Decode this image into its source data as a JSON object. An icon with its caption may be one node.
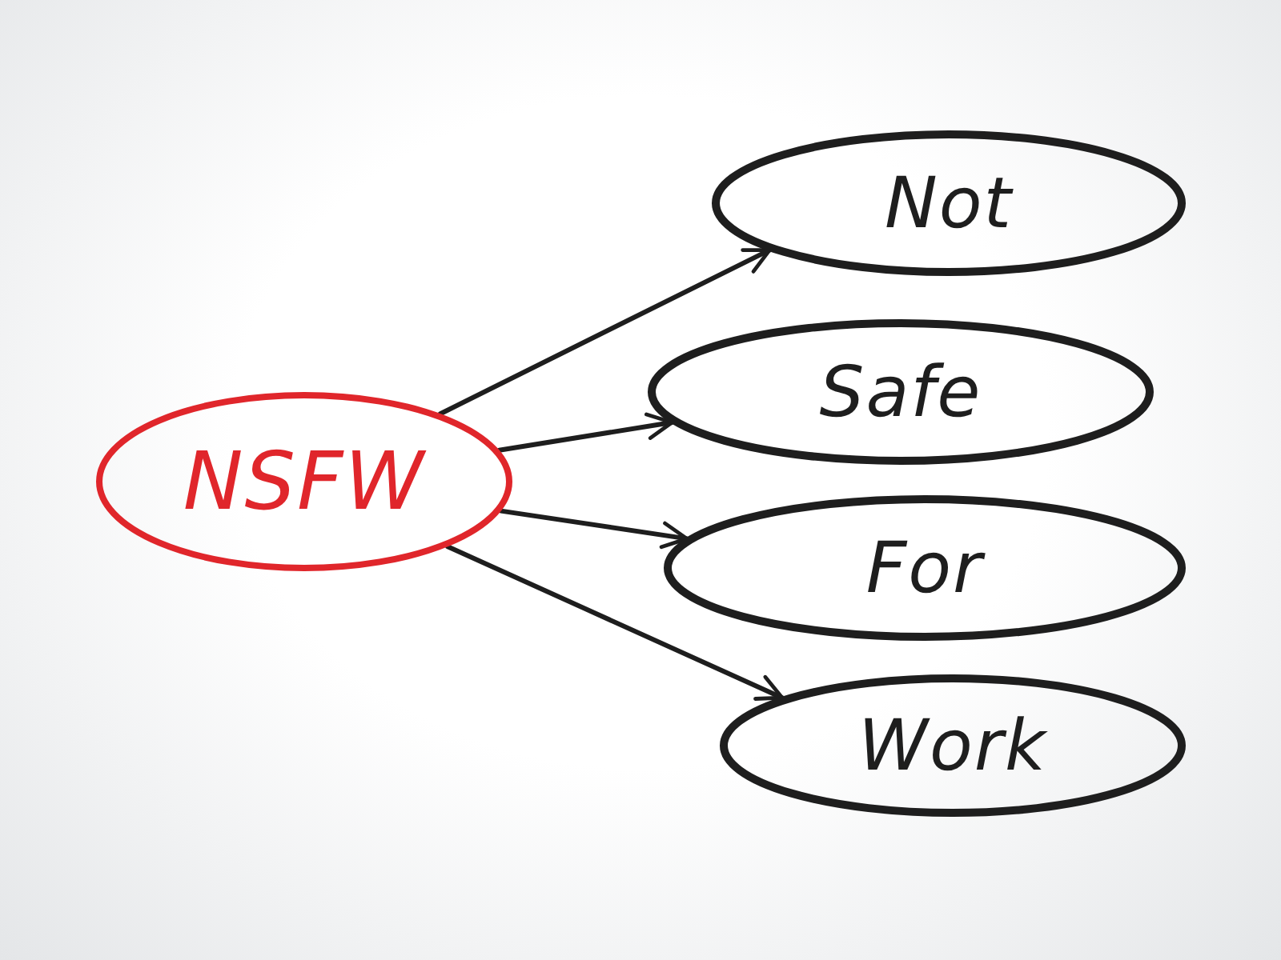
{
  "diagram": {
    "nodes": [
      {
        "text": [
          "NSFW"
        ]
      },
      {
        "text": [
          "Not"
        ]
      },
      {
        "text": [
          "Safe"
        ]
      },
      {
        "text": [
          "For"
        ]
      },
      {
        "text": [
          "Work"
        ]
      }
    ],
    "edges": [
      {
        "from": 0,
        "to": 1,
        "arrow": "to"
      },
      {
        "from": 0,
        "to": 2,
        "arrow": "to"
      },
      {
        "from": 0,
        "to": 3,
        "arrow": "to"
      },
      {
        "from": 0,
        "to": 4,
        "arrow": "to"
      }
    ]
  }
}
